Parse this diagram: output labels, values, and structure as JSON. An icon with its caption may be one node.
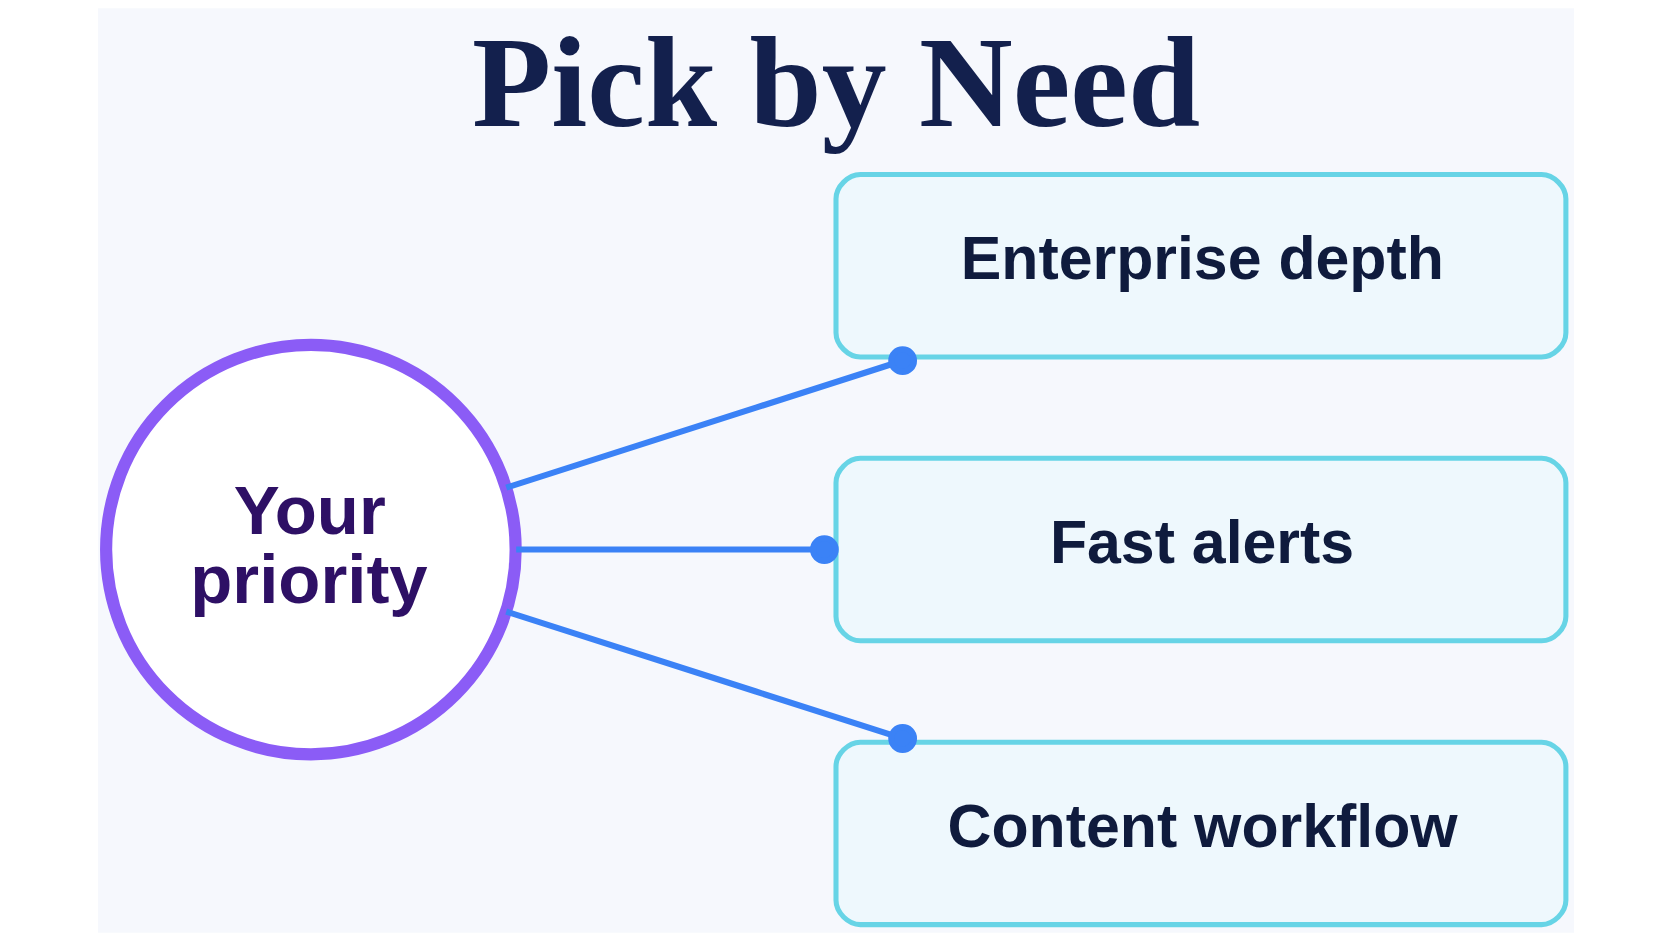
{
  "diagram": {
    "title": "Pick by Need",
    "nodes": [
      {
        "text": [
          "Your priority"
        ]
      },
      {
        "text": [
          "Enterprise depth"
        ]
      },
      {
        "text": [
          "Fast alerts"
        ]
      },
      {
        "text": [
          "Content workflow"
        ]
      }
    ],
    "edges": [
      {
        "from": 0,
        "to": 1,
        "arrow": "other"
      },
      {
        "from": 0,
        "to": 2,
        "arrow": "other"
      },
      {
        "from": 0,
        "to": 3,
        "arrow": "other"
      }
    ]
  }
}
